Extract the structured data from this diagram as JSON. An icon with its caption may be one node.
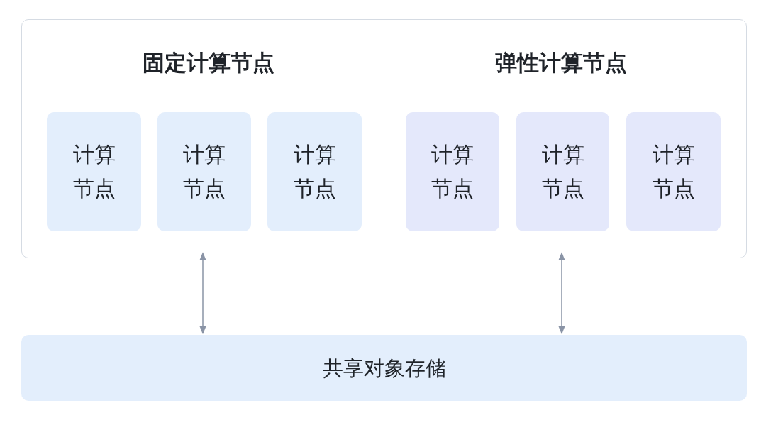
{
  "diagram": {
    "nodes": [
      {
        "text": [
          "固定计算节点",
          "弹性计算节点"
        ]
      },
      {
        "text": [
          "计算节点"
        ],
        "in": 0
      },
      {
        "text": [
          "计算节点"
        ],
        "in": 0
      },
      {
        "text": [
          "计算节点"
        ],
        "in": 0
      },
      {
        "text": [
          "计算节点"
        ],
        "in": 0
      },
      {
        "text": [
          "计算节点"
        ],
        "in": 0
      },
      {
        "text": [
          "计算节点"
        ],
        "in": 0
      },
      {
        "text": [
          "共享对象存储"
        ]
      }
    ],
    "edges": [
      {
        "from": 0,
        "to": 7,
        "arrow": "both"
      },
      {
        "from": 0,
        "to": 7,
        "arrow": "both"
      }
    ]
  }
}
